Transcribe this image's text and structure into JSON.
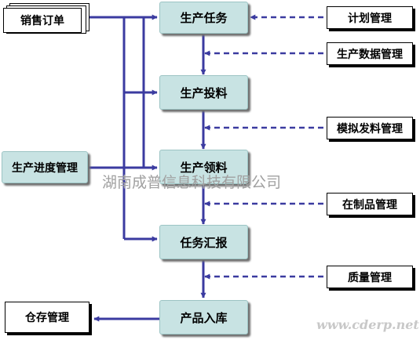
{
  "nodes": {
    "sales_order": "销售订单",
    "production_task": "生产任务",
    "plan_management": "计划管理",
    "production_data_management": "生产数据管理",
    "production_feeding": "生产投料",
    "simulated_material_issue": "模拟发料管理",
    "progress_management": "生产进度管理",
    "production_picking": "生产领料",
    "wip_management": "在制品管理",
    "task_report": "任务汇报",
    "quality_management": "质量管理",
    "warehouse_management": "仓存管理",
    "product_storage": "产品入库"
  },
  "watermark": "湖南成普信息科技有限公司",
  "website": "www.cderp.net",
  "colors": {
    "arrow": "#3b3ba0",
    "process_fill": "#c8e3e3",
    "watermark": "#a0a0a0"
  }
}
